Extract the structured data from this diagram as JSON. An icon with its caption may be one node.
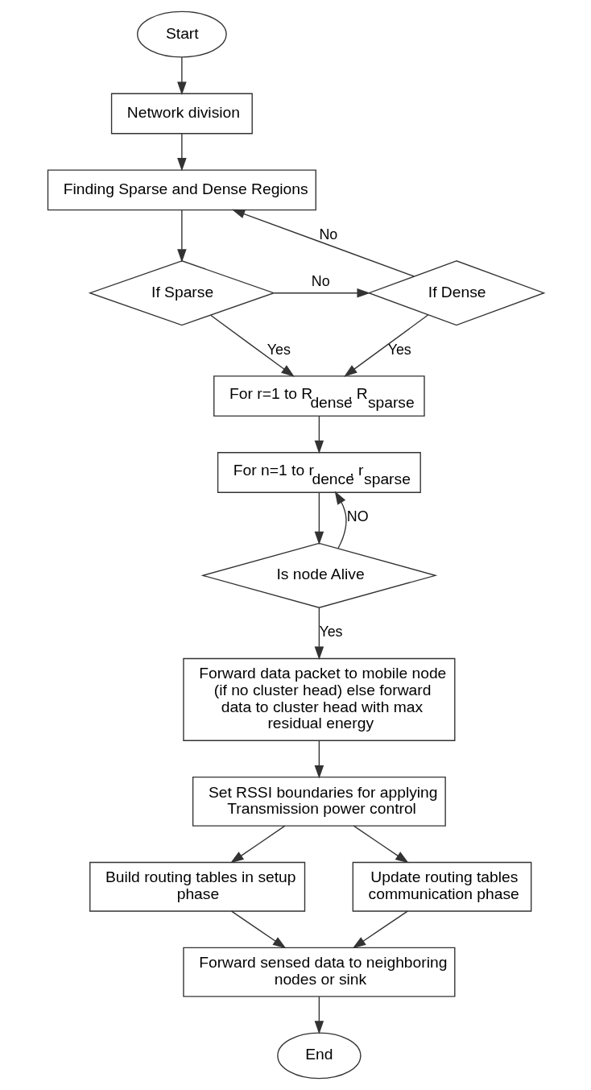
{
  "diagram": {
    "nodes": [
      {
        "text": [
          "Start"
        ]
      },
      {
        "text": [
          "Network division"
        ]
      },
      {
        "text": [
          "Finding Sparse and Dense Regions"
        ]
      },
      {
        "text": [
          "If Sparse"
        ]
      },
      {
        "text": [
          "If Dense"
        ]
      },
      {
        "text": [
          "For r=1 to R$_{dense}$, R$_{sparse}$"
        ]
      },
      {
        "text": [
          "For n=1 to r$_{dence}$, r$_{sparse}$"
        ]
      },
      {
        "text": [
          "Is node Alive"
        ]
      },
      {
        "text": [
          "Forward data packet to mobile node (if no cluster head) else forward data to cluster head with max residual energy"
        ]
      },
      {
        "text": [
          "Set RSSI boundaries for applying Transmission power control"
        ]
      },
      {
        "text": [
          "Build routing tables in setup phase"
        ]
      },
      {
        "text": [
          "Update routing tables communication phase"
        ]
      },
      {
        "text": [
          "Forward sensed data to neighboring nodes or sink"
        ]
      },
      {
        "text": [
          "End"
        ]
      }
    ],
    "edges": [
      {
        "from": 0,
        "to": 1,
        "arrow": "to"
      },
      {
        "from": 1,
        "to": 2,
        "arrow": "to"
      },
      {
        "from": 2,
        "to": 3,
        "arrow": "to"
      },
      {
        "from": 3,
        "to": 4,
        "arrow": "to",
        "label": "No"
      },
      {
        "from": 4,
        "to": 2,
        "arrow": "to",
        "label": "No"
      },
      {
        "from": 3,
        "to": 5,
        "arrow": "to",
        "label": "Yes"
      },
      {
        "from": 4,
        "to": 5,
        "arrow": "to",
        "label": "Yes"
      },
      {
        "from": 5,
        "to": 6,
        "arrow": "to"
      },
      {
        "from": 6,
        "to": 7,
        "arrow": "to"
      },
      {
        "from": 7,
        "to": 6,
        "arrow": "to",
        "label": "NO"
      },
      {
        "from": 7,
        "to": 8,
        "arrow": "to",
        "label": "Yes"
      },
      {
        "from": 8,
        "to": 9,
        "arrow": "to"
      },
      {
        "from": 9,
        "to": 10,
        "arrow": "to"
      },
      {
        "from": 9,
        "to": 11,
        "arrow": "to"
      },
      {
        "from": 10,
        "to": 12,
        "arrow": "to"
      },
      {
        "from": 11,
        "to": 12,
        "arrow": "to"
      },
      {
        "from": 12,
        "to": 13,
        "arrow": "to"
      }
    ]
  }
}
